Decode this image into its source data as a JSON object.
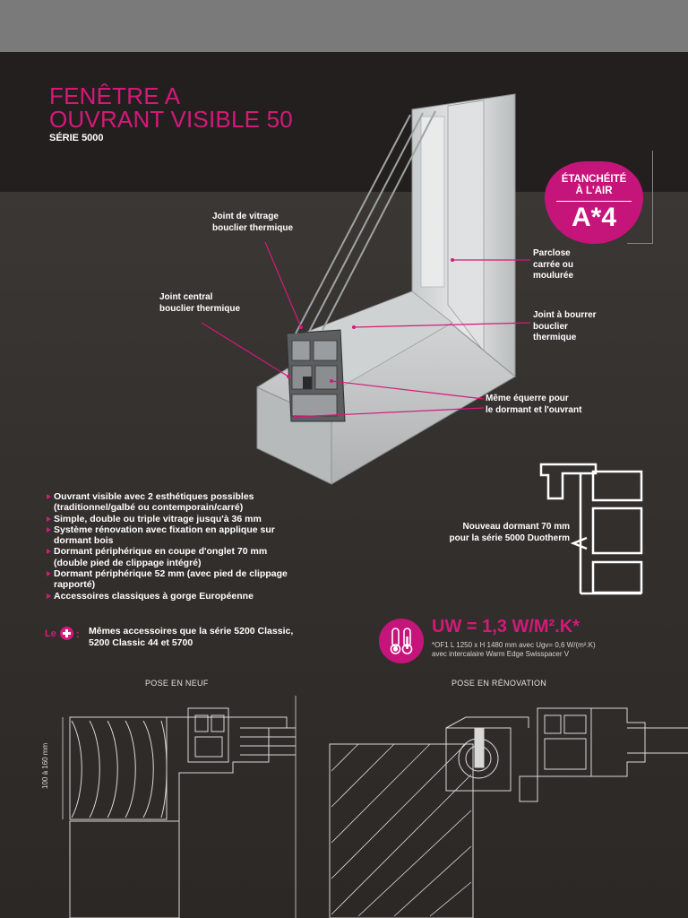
{
  "header": {
    "title_line1": "FENÊTRE A",
    "title_line2": "OUVRANT VISIBLE 50",
    "series": "SÉRIE 5000"
  },
  "badge": {
    "line1": "ÉTANCHÉITÉ",
    "line2": "À L'AIR",
    "rating": "A*4"
  },
  "callouts": {
    "joint_vitrage": [
      "Joint de vitrage",
      "bouclier thermique"
    ],
    "joint_central": [
      "Joint central",
      "bouclier thermique"
    ],
    "parclose": [
      "Parclose",
      "carrée ou",
      "moulurée"
    ],
    "joint_bourrer": [
      "Joint à bourrer",
      "bouclier",
      "thermique"
    ],
    "equerre": [
      "Même équerre pour",
      "le dormant et l'ouvrant"
    ]
  },
  "features": [
    [
      "Ouvrant visible avec 2 esthétiques possibles",
      "(traditionnel/galbé ou contemporain/carré)"
    ],
    [
      "Simple, double ou triple vitrage jusqu'à 36 mm"
    ],
    [
      "Système rénovation avec fixation en applique sur",
      "dormant bois"
    ],
    [
      "Dormant périphérique en coupe d'onglet 70 mm",
      "(double pied de clippage intégré)"
    ],
    [
      "Dormant périphérique 52 mm (avec pied de clippage",
      "rapporté)"
    ],
    [
      "Accessoires classiques à gorge Européenne"
    ]
  ],
  "dormant": {
    "line1": "Nouveau dormant 70 mm",
    "line2": "pour la série 5000 Duotherm"
  },
  "le_plus": {
    "label": "Le",
    "line1": "Mêmes accessoires que la série 5200 Classic,",
    "line2": "5200 Classic 44 et 5700"
  },
  "thermal": {
    "uw": "UW = 1,3 W/M².K*",
    "note1": "*OF1 L 1250 x H 1480 mm avec Ugv= 0,6 W/(m².K)",
    "note2": "avec intercalaire Warm Edge Swisspacer V",
    "icon": "thermometer-icon"
  },
  "sections": {
    "neuf": "POSE EN NEUF",
    "renovation": "POSE EN RÉNOVATION",
    "dimension": "100 à 160 mm"
  },
  "colors": {
    "accent": "#d4197a",
    "header_bg": "#231f1e",
    "top_bar": "#7b7a7a"
  }
}
